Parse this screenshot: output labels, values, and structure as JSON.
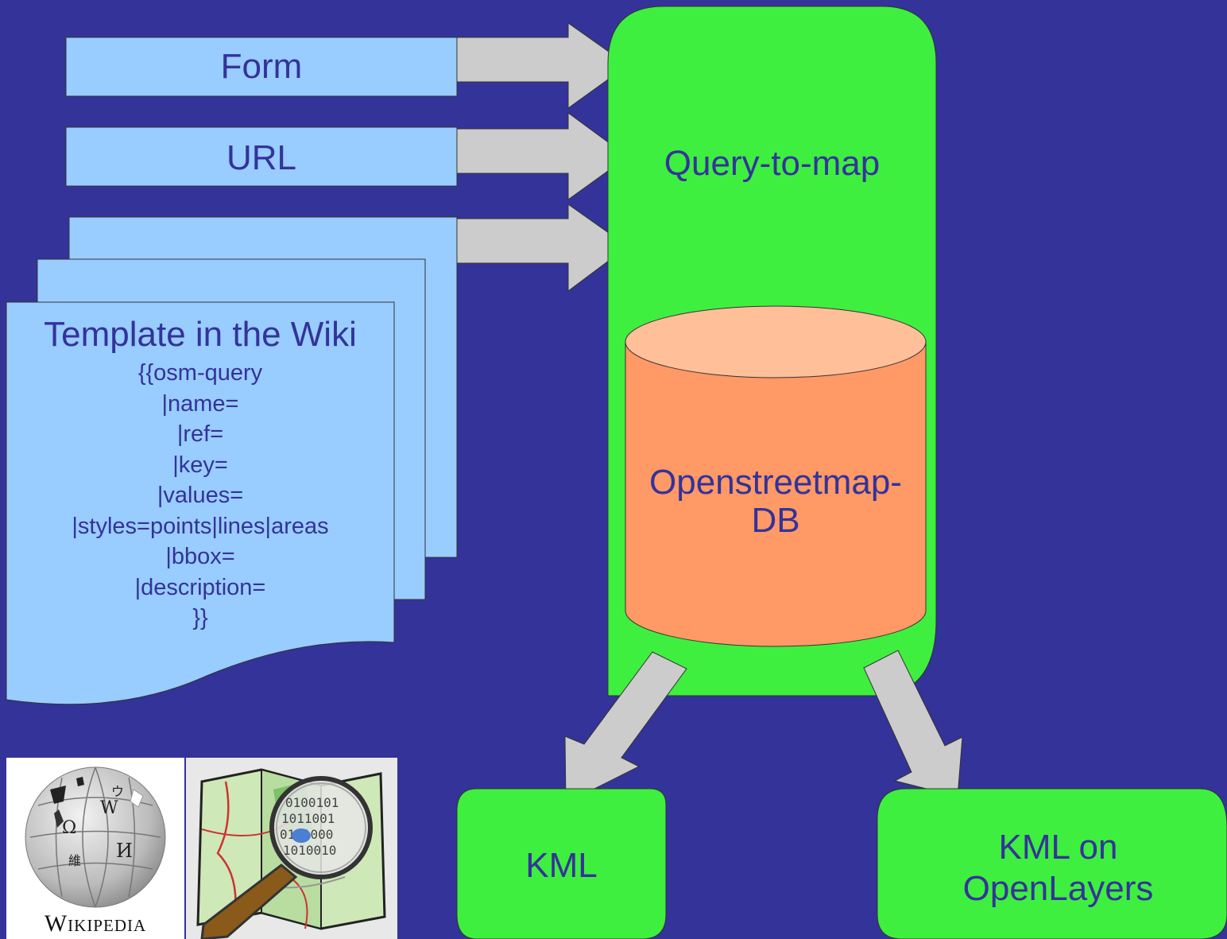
{
  "inputs": {
    "form_label": "Form",
    "url_label": "URL"
  },
  "template": {
    "title": "Template in the Wiki",
    "lines": [
      "{{osm-query",
      "|name=",
      "|ref=",
      "|key=",
      "|values=",
      "|styles=points|lines|areas",
      "|bbox=",
      "|description=",
      "}}"
    ]
  },
  "processor": {
    "label": "Query-to-map",
    "database_line1": "Openstreetmap-",
    "database_line2": "DB"
  },
  "outputs": {
    "kml": "KML",
    "kml_openlayers_line1": "KML on",
    "kml_openlayers_line2": "OpenLayers"
  },
  "logos": {
    "wikipedia_wordmark": "Wikipedia",
    "wikipedia_icon": "wikipedia-globe-icon",
    "osm_icon": "openstreetmap-magnifier-icon"
  },
  "colors": {
    "background": "#333399",
    "input_box": "#99ccff",
    "green_box": "#3fef3f",
    "cylinder_body": "#ff9966",
    "cylinder_top": "#ffbf99",
    "arrow": "#cccccc",
    "text": "#333399"
  }
}
